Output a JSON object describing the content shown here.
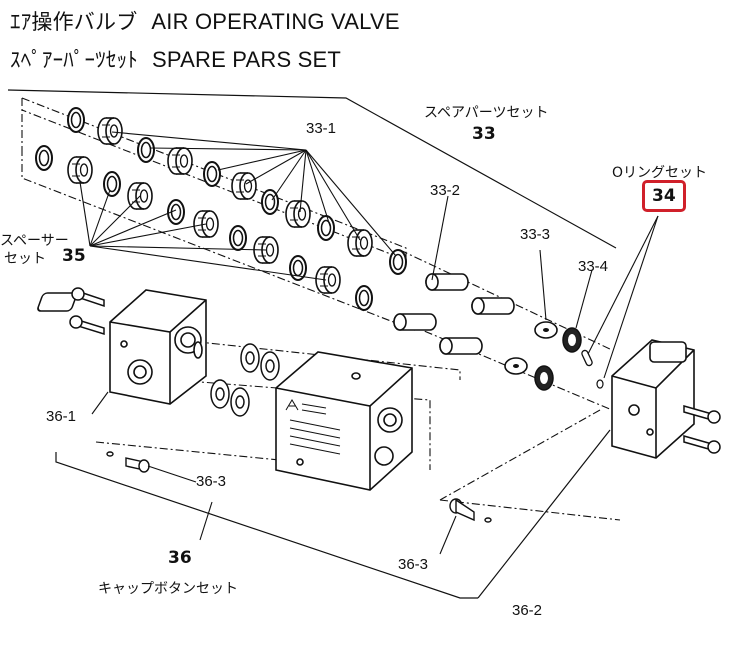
{
  "header": {
    "title_jp": "ｴｱ操作バルブ",
    "title_en": "AIR OPERATING VALVE",
    "subtitle_jp": "ｽﾍﾟｱｰﾊﾟｰﾂｾｯﾄ",
    "subtitle_en": "SPARE PARS SET"
  },
  "callouts": {
    "spare_parts_set_jp": "スペアパーツセット",
    "spare_parts_set_num": "33",
    "o_ring_set_jp": "Oリングセット",
    "o_ring_set_num": "34",
    "spacer_set_jp_line1": "スペーサー",
    "spacer_set_jp_line2": "セット",
    "spacer_set_num": "35",
    "cap_button_set_num": "36",
    "cap_button_set_jp": "キャップボタンセット"
  },
  "part_labels": {
    "p33_1": "33-1",
    "p33_2": "33-2",
    "p33_3": "33-3",
    "p33_4": "33-4",
    "p36_1": "36-1",
    "p36_2": "36-2",
    "p36_3a": "36-3",
    "p36_3b": "36-3"
  },
  "colors": {
    "highlight_border": "#d0202a",
    "line": "#111111"
  }
}
